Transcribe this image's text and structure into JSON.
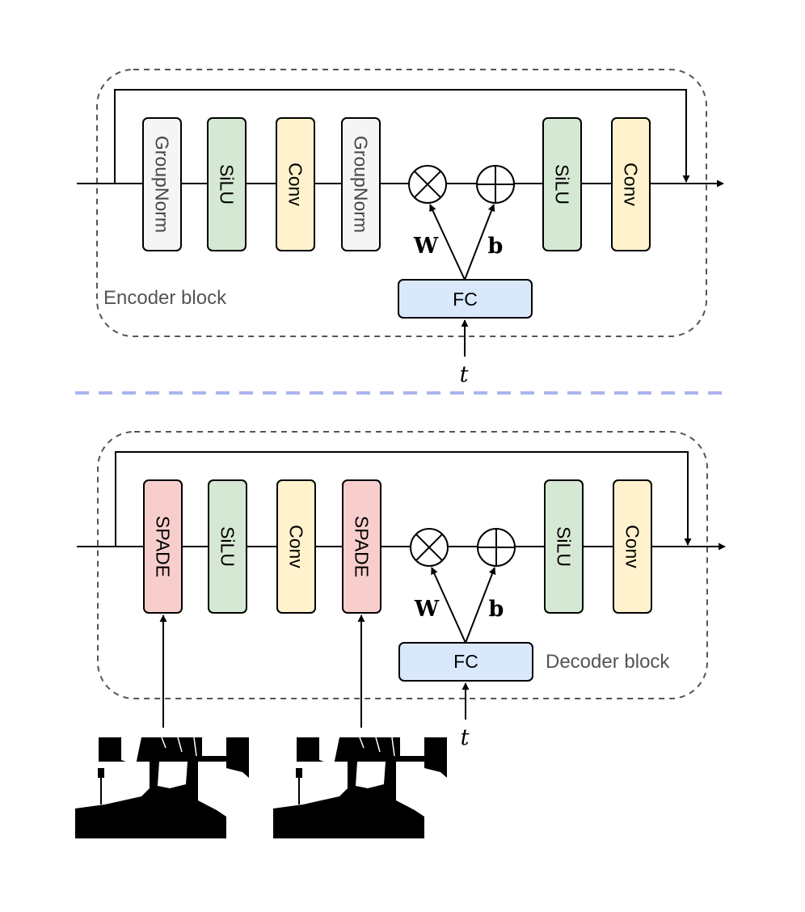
{
  "encoder": {
    "block_label": "Encoder block",
    "norm1": "GroupNorm",
    "act1": "SiLU",
    "conv1": "Conv",
    "norm2": "GroupNorm",
    "act2": "SiLU",
    "conv2": "Conv",
    "fc": "FC",
    "w_label": "W",
    "b_label": "b",
    "t_label": "t"
  },
  "decoder": {
    "block_label": "Decoder block",
    "norm1": "SPADE",
    "act1": "SiLU",
    "conv1": "Conv",
    "norm2": "SPADE",
    "act2": "SiLU",
    "conv2": "Conv",
    "fc": "FC",
    "w_label": "W",
    "b_label": "b",
    "t_label": "t"
  },
  "colors": {
    "groupnorm": "#f5f5f5",
    "silu": "#d5e8d4",
    "conv": "#fff2cc",
    "spade": "#f8cecc",
    "fc": "#dae8fc",
    "separator": "#aab4ee"
  }
}
